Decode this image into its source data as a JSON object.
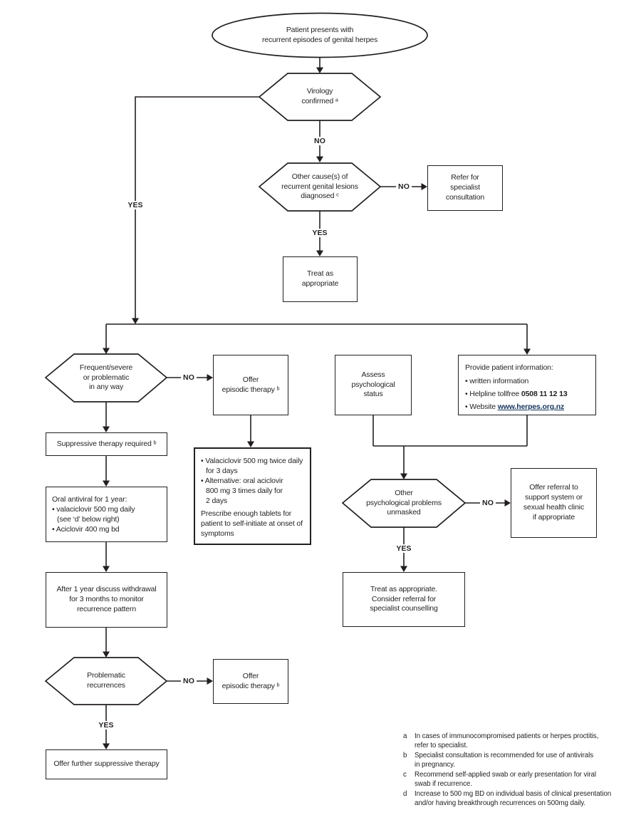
{
  "diagram": {
    "start": "Patient presents with\nrecurrent episodes of genital herpes",
    "virology": "Virology\nconfirmed ᵃ",
    "other_causes": "Other cause(s) of\nrecurrent genital lesions\ndiagnosed ᶜ",
    "refer_specialist": "Refer for\nspecialist\nconsultation",
    "treat_appropriate": "Treat as\nappropriate",
    "frequent": "Frequent/severe\nor problematic\nin any way",
    "offer_episodic": "Offer\nepisodic therapy ᵇ",
    "suppressive": "Suppressive therapy required ᵇ",
    "oral": {
      "l0": "Oral antiviral for 1 year:",
      "l1": "• valaciclovir 500 mg daily",
      "l2": "(see ‘d’ below right)",
      "l3": "• Aciclovir 400 mg bd"
    },
    "episodic_detail": {
      "l0": "• Valaciclovir 500 mg twice daily",
      "l1": "for 3 days",
      "l2": "• Alternative: oral aciclovir",
      "l3": "800 mg 3 times daily for",
      "l4": "2 days",
      "l5": "Prescribe enough tablets for",
      "l6": "patient to self-initiate at onset of",
      "l7": "symptoms"
    },
    "after_year": "After 1 year discuss withdrawal\nfor 3 months to monitor\nrecurrence pattern",
    "problematic": "Problematic\nrecurrences",
    "offer_further": "Offer further suppressive therapy",
    "assess": "Assess\npsychological\nstatus",
    "provide": {
      "title": "Provide patient information:",
      "b1": "• written information",
      "b2_label": "• Helpline tollfree ",
      "b2_bold": "0508 11 12 13",
      "b3_label": "• Website ",
      "b3_link": "www.herpes.org.nz"
    },
    "psych_problems": "Other\npsychological problems\nunmasked",
    "offer_referral": "Offer referral to\nsupport system or\nsexual health clinic\nif appropriate",
    "treat_counselling": "Treat as appropriate.\nConsider referral for\nspecialist counselling",
    "labels": {
      "yes": "YES",
      "no": "NO"
    },
    "footnotes": [
      {
        "letter": "a",
        "text": "In cases of immunocompromised patients or herpes proctitis,\nrefer to specialist."
      },
      {
        "letter": "b",
        "text": "Specialist consultation is recommended for use of antivirals\nin pregnancy."
      },
      {
        "letter": "c",
        "text": "Recommend self-applied swab or early presentation for viral\nswab if recurrence."
      },
      {
        "letter": "d",
        "text": "Increase to 500 mg BD on individual basis of clinical presentation\nand/or having breakthrough recurrences on 500mg daily."
      }
    ],
    "colors": {
      "ink": "#231f20",
      "link": "#17365d"
    }
  }
}
